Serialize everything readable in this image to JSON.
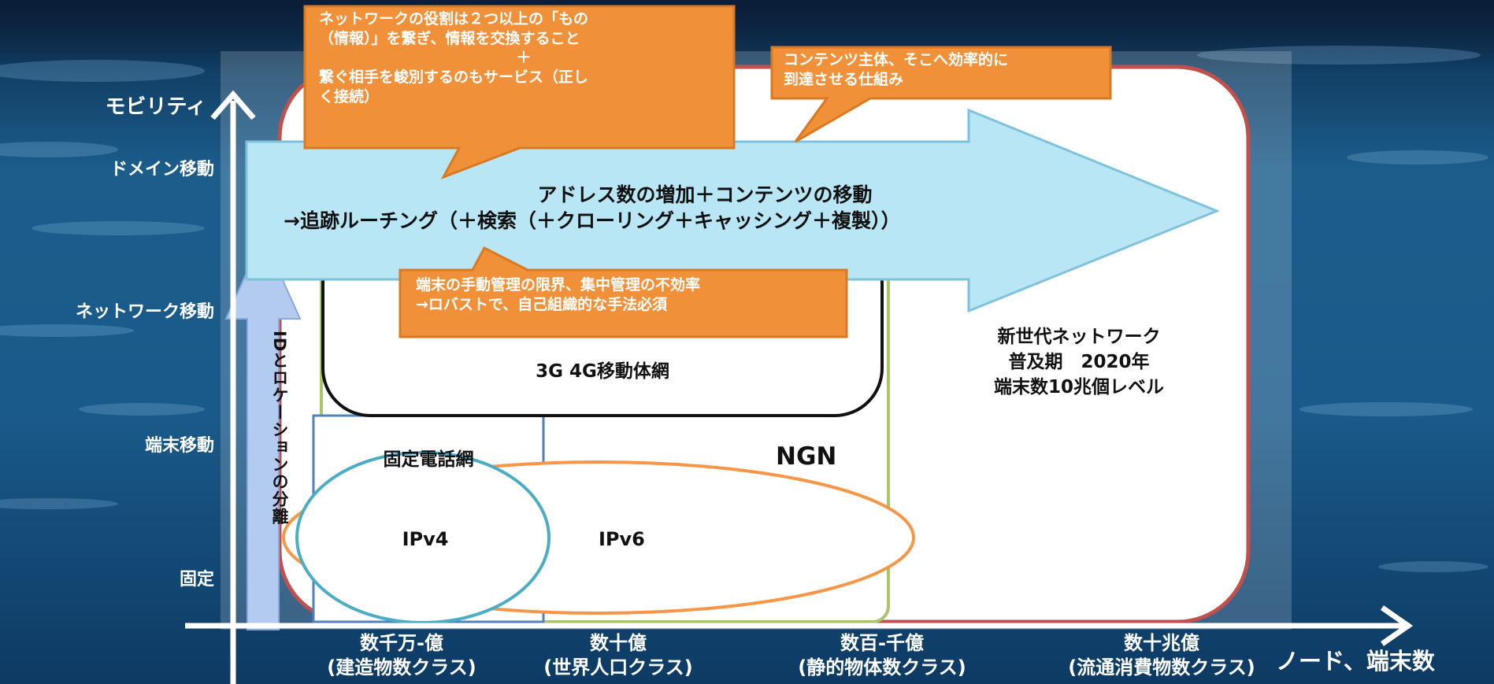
{
  "y_axis": {
    "title": "モビリティ",
    "levels": [
      "ドメイン移動",
      "ネットワーク移動",
      "端末移動",
      "固定"
    ]
  },
  "x_axis": {
    "title": "ノード、端末数",
    "ticks": [
      {
        "line1": "数千万-億",
        "line2": "(建造物数クラス)"
      },
      {
        "line1": "数十億",
        "line2": "(世界人口クラス)"
      },
      {
        "line1": "数百-千億",
        "line2": "(静的物体数クラス)"
      },
      {
        "line1": "数十兆億",
        "line2": "(流通消費物数クラス)"
      }
    ]
  },
  "callouts": {
    "network_role": {
      "line1": "ネットワークの役割は２つ以上の「もの",
      "line2": "（情報）」を繋ぎ、情報を交換すること",
      "line3": "＋",
      "line4": "繋ぐ相手を峻別するのもサービス（正し",
      "line5": "く接続）"
    },
    "content": {
      "line1": "コンテンツ主体、そこへ効率的に",
      "line2": "到達させる仕組み"
    },
    "management": {
      "line1": "端末の手動管理の限界、集中管理の不効率",
      "line2": "→ロバストで、自己組織的な手法必須"
    }
  },
  "big_arrow": {
    "line1": "アドレス数の増加＋コンテンツの移動",
    "line2": "→追跡ルーチング（＋検索（＋クローリング＋キャッシング＋複製））"
  },
  "vertical_arrow": {
    "label": "IDとロケーションの分離"
  },
  "regions": {
    "next_gen": {
      "line1": "新世代ネットワーク",
      "line2": "普及期　2020年",
      "line3": "端末数10兆個レベル"
    },
    "mobile": "3G 4G移動体網",
    "fixed_phone": "固定電話網",
    "ngn": "NGN",
    "ipv4": "IPv4",
    "ipv6": "IPv6"
  },
  "colors": {
    "callout_fill": "#f0913a",
    "callout_border": "#d97a22",
    "arrow_fill": "#b9e6f5",
    "next_gen_border": "#c0504d",
    "ngn_border": "#a9c46c",
    "fixed_border": "#4f81bd",
    "ipv4_border": "#4bacc6",
    "ipv6_border": "#f79646"
  }
}
